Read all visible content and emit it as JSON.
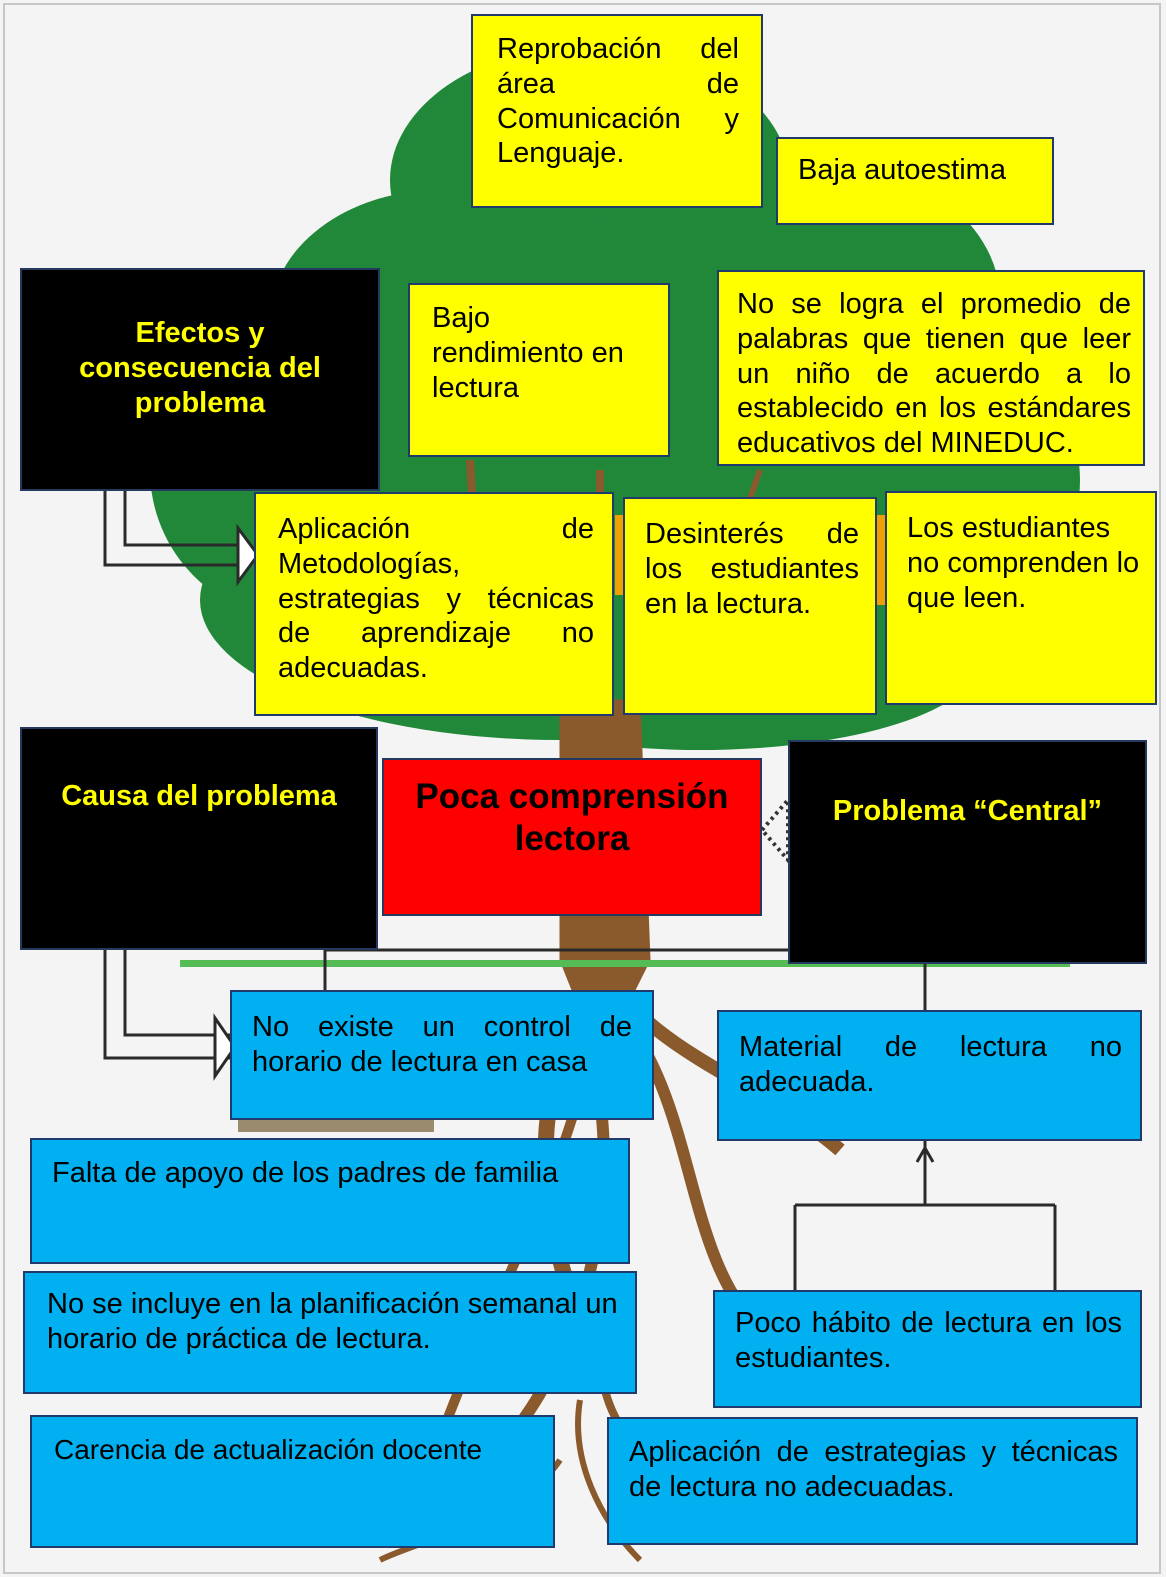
{
  "effects": {
    "reprobacion": "Reprobación del área de Comunicación y Lenguaje.",
    "autoestima": "Baja autoestima",
    "bajo_rendimiento": "Bajo rendimiento en lectura",
    "promedio_palabras": "No se logra el promedio de palabras que tienen que leer un niño de acuerdo a lo establecido en los estándares educativos del MINEDUC."
  },
  "causes_yellow": {
    "metodologias": "Aplicación de Metodologías, estrategias y técnicas de aprendizaje no adecuadas.",
    "desinteres": "Desinterés de los estudiantes en la lectura.",
    "no_comprenden": "Los estudiantes no comprenden lo que leen."
  },
  "labels": {
    "efectos": "Efectos y consecuencia del problema",
    "causa": "Causa del problema",
    "problema_central": "Problema “Central”"
  },
  "central_problem": "Poca comprensión lectora",
  "roots": {
    "control_horario": "No existe un control de horario de lectura en casa",
    "material": "Material de lectura no adecuada.",
    "apoyo_padres": "Falta de apoyo de los padres de familia",
    "planificacion": "No se incluye en la planificación semanal un horario de práctica de lectura.",
    "habito": "Poco hábito de lectura en los estudiantes.",
    "actualizacion": "Carencia de actualización docente",
    "estrategias_lectura": "Aplicación de estrategias y técnicas de lectura no adecuadas."
  },
  "colors": {
    "effect_box": "#ffff00",
    "root_box": "#00b0f0",
    "label_box": "#000000",
    "label_text": "#ffff00",
    "central_box": "#ff0000",
    "canopy": "#21883a",
    "trunk": "#8a5a2c",
    "ground_line": "#55bb55"
  }
}
